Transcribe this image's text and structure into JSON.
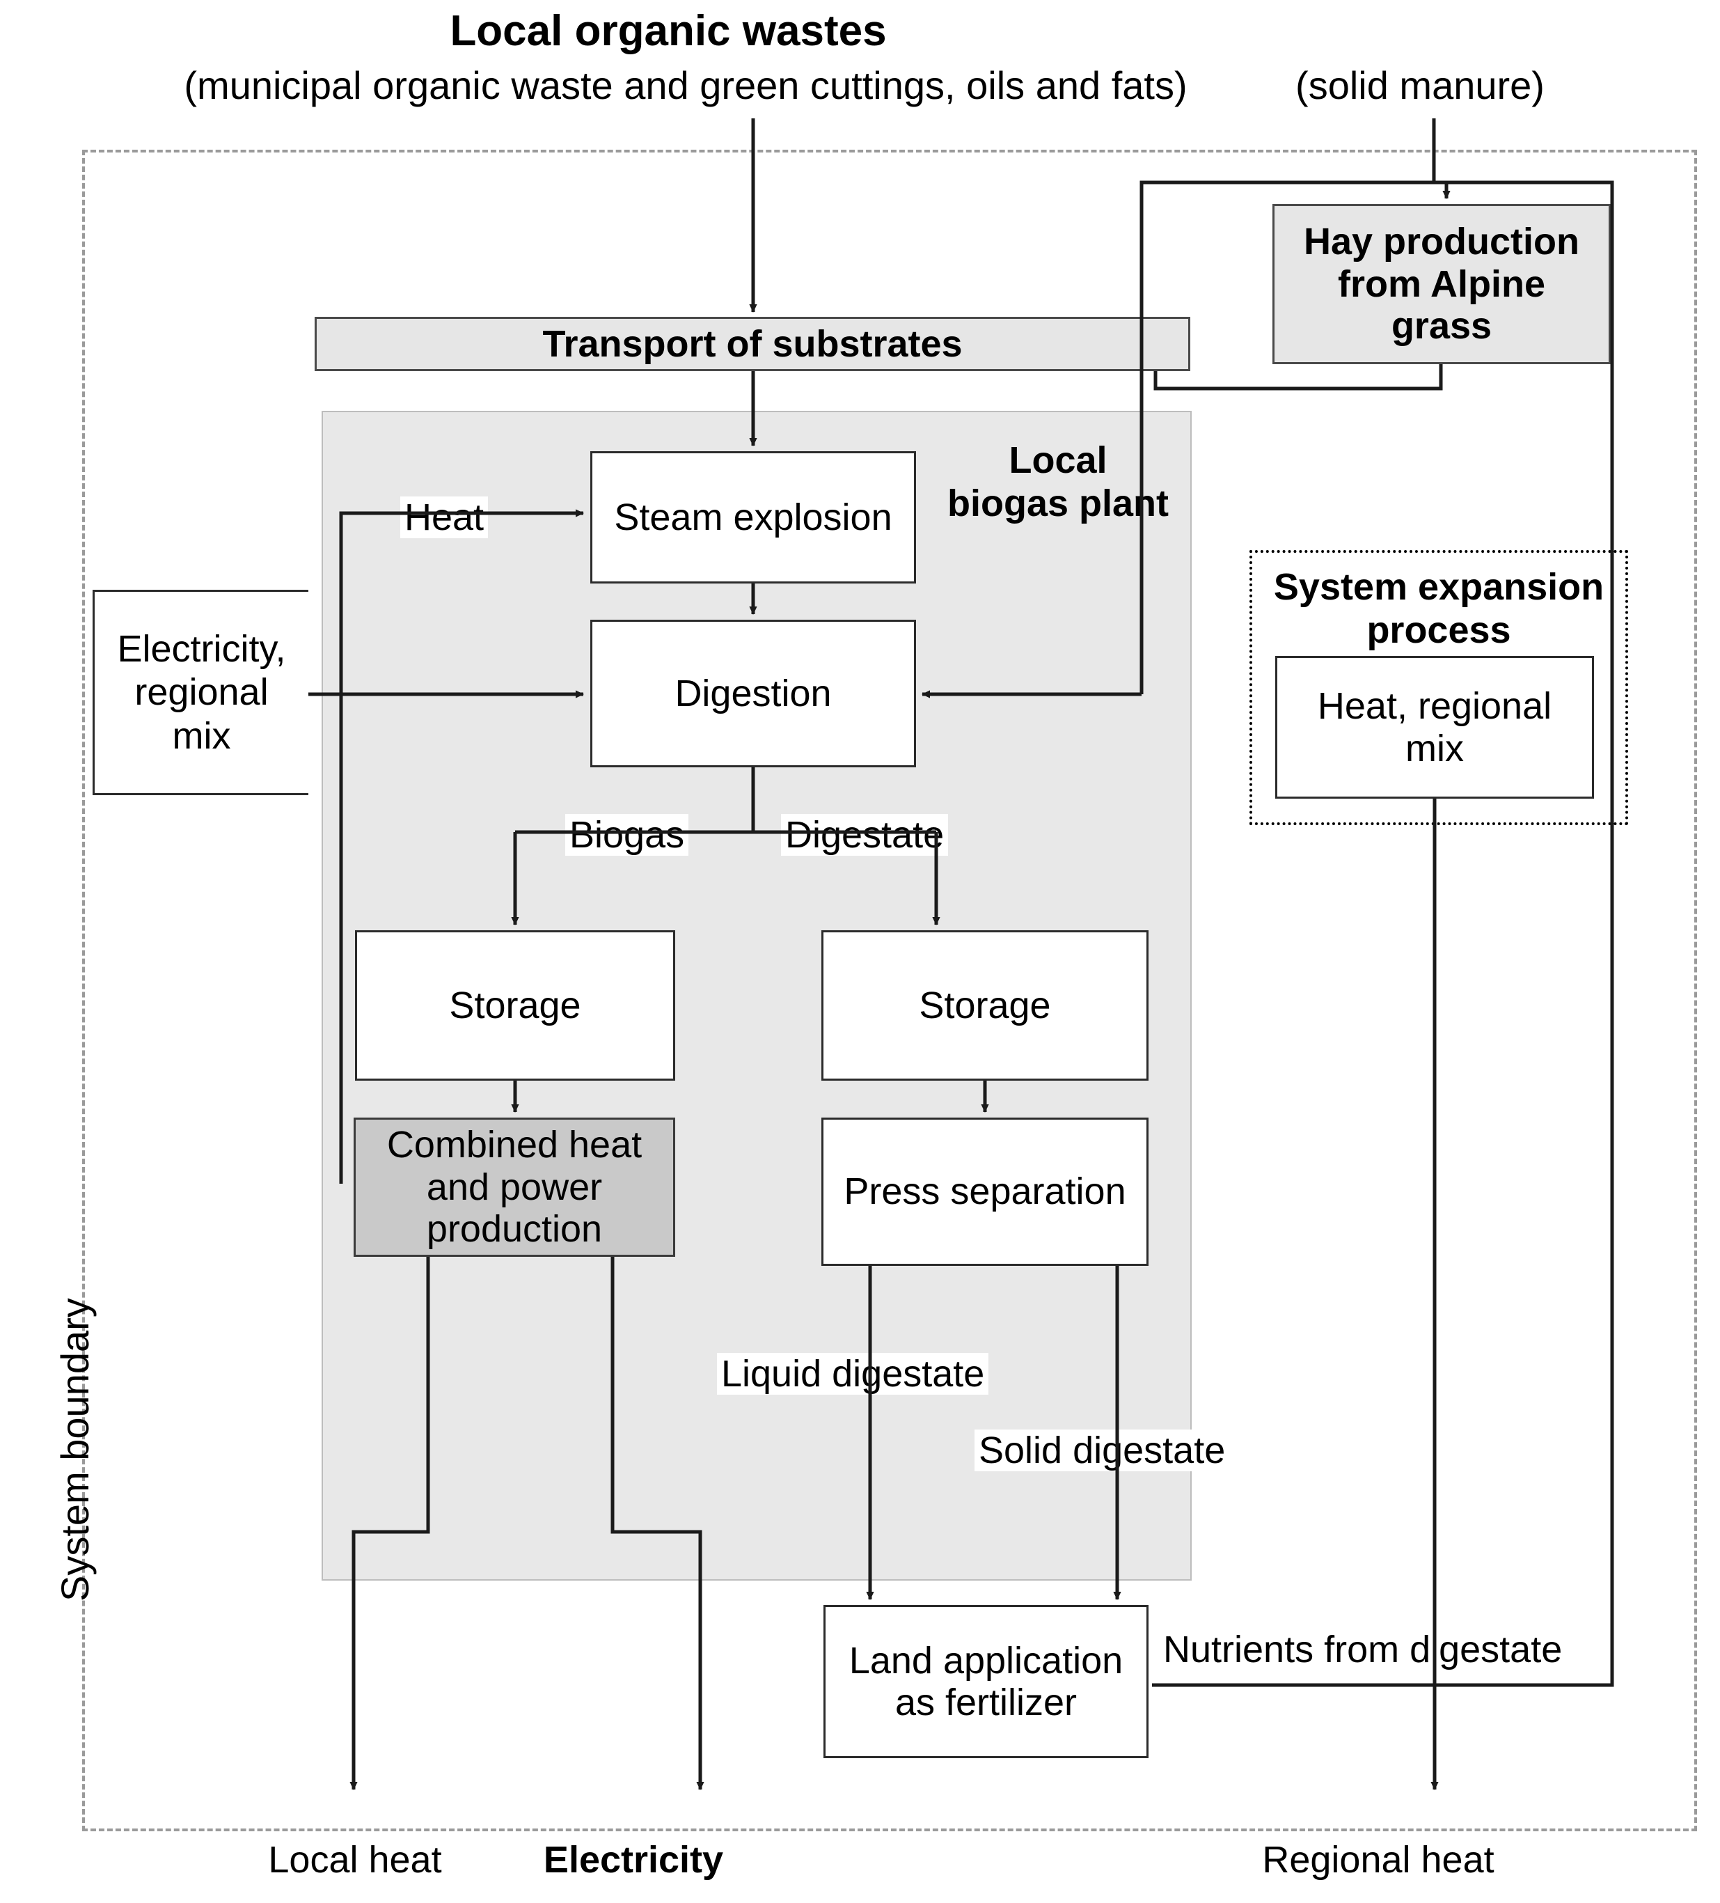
{
  "title": {
    "main": "Local organic wastes",
    "sub_left": "(municipal organic waste and green cuttings, oils and fats)",
    "sub_right": "(solid manure)"
  },
  "boundary": {
    "label": "System boundary"
  },
  "transport": {
    "label": "Transport of substrates"
  },
  "plant": {
    "label_line1": "Local",
    "label_line2": "biogas plant"
  },
  "hay": {
    "label": "Hay production from Alpine grass"
  },
  "system_expansion": {
    "title": "System expansion process",
    "box": "Heat, regional mix"
  },
  "electricity_input": {
    "label": "Electricity, regional mix"
  },
  "processes": {
    "steam_explosion": "Steam explosion",
    "digestion": "Digestion",
    "storage_biogas": "Storage",
    "storage_digestate": "Storage",
    "chp": "Combined heat and power production",
    "press_separation": "Press separation",
    "land_application": "Land application as fertilizer"
  },
  "flow_labels": {
    "heat": "Heat",
    "biogas": "Biogas",
    "digestate": "Digestate",
    "liquid_digestate": "Liquid digestate",
    "solid_digestate": "Solid digestate",
    "nutrients": "Nutrients from digestate"
  },
  "outputs": {
    "local_heat": "Local heat",
    "electricity": "Electricity",
    "regional_heat": "Regional heat"
  },
  "colors": {
    "container_fill": "#e8e8e8",
    "grey_box_fill": "#e6e6e6",
    "dark_box_fill": "#c9c9c9",
    "line": "#1a1a1a",
    "boundary_dash": "#9a9a9a"
  }
}
